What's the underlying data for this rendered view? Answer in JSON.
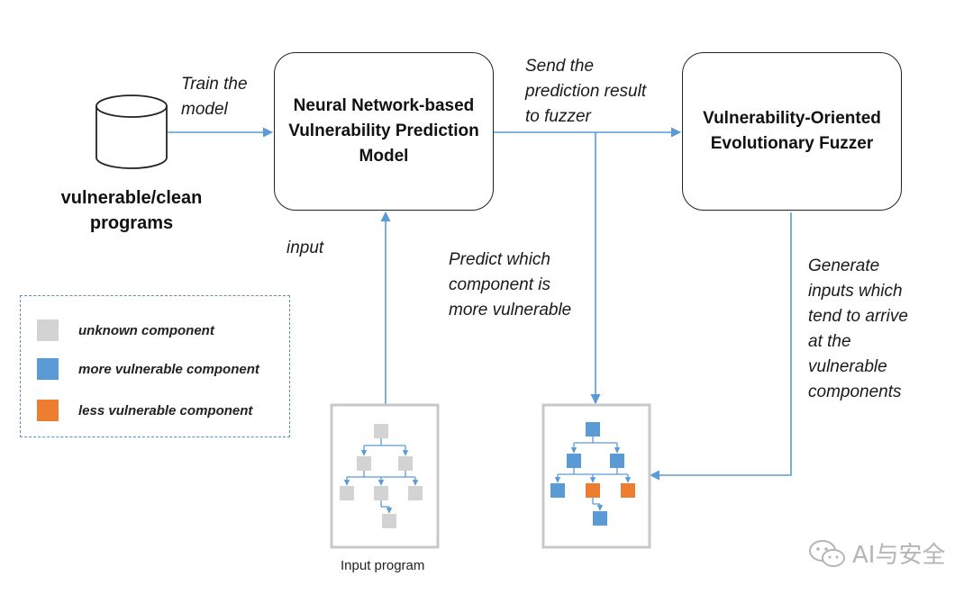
{
  "diagram": {
    "colors": {
      "arrow": "#5b9bd5",
      "unknown": "#d3d3d3",
      "more_vulnerable": "#5b9bd5",
      "less_vulnerable": "#ed7d31"
    },
    "source": {
      "label": "vulnerable/clean\nprograms",
      "icon": "database-cylinder-icon"
    },
    "edge_train": {
      "label": "Train the\nmodel"
    },
    "model_box": {
      "label": "Neural Network-based\nVulnerability Prediction\nModel"
    },
    "edge_send": {
      "label": "Send the\nprediction result\nto fuzzer"
    },
    "fuzzer_box": {
      "label": "Vulnerability-Oriented\nEvolutionary Fuzzer"
    },
    "edge_input": {
      "label": "input"
    },
    "edge_predict": {
      "label": "Predict which\ncomponent is\nmore vulnerable"
    },
    "edge_generate": {
      "label": "Generate\ninputs which\ntend to arrive\nat the\nvulnerable\ncomponents"
    },
    "input_program": {
      "caption": "Input program"
    },
    "legend": {
      "items": [
        {
          "key": "unknown",
          "label": "unknown component"
        },
        {
          "key": "more_vulnerable",
          "label": "more vulnerable component"
        },
        {
          "key": "less_vulnerable",
          "label": "less vulnerable component"
        }
      ]
    },
    "trees": {
      "input_tree": [
        "unknown",
        "unknown",
        "unknown",
        "unknown",
        "unknown",
        "unknown",
        "unknown"
      ],
      "output_tree": [
        "more_vulnerable",
        "more_vulnerable",
        "more_vulnerable",
        "more_vulnerable",
        "less_vulnerable",
        "less_vulnerable",
        "more_vulnerable"
      ]
    },
    "watermark": {
      "text": "AI与安全",
      "icon": "wechat-icon"
    }
  }
}
